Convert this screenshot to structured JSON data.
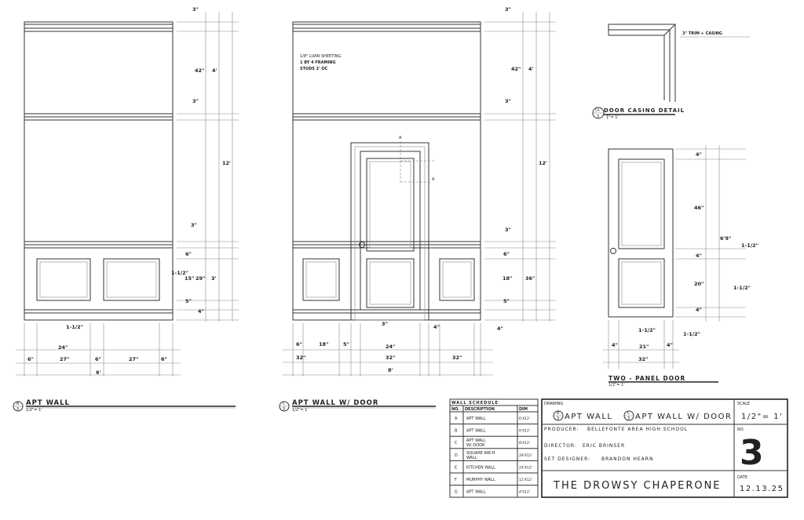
{
  "wall_b": {
    "marker_top": "B",
    "marker_bottom": "3",
    "title": "APT WALL",
    "scale": "1/2\"= 1'",
    "right_dims": [
      "3\"",
      "42\"",
      "4'",
      "3\"",
      "12'",
      "3\"",
      "6\"",
      "1-1/2\"",
      "15\"",
      "29\"",
      "3'",
      "5\"",
      "4\""
    ],
    "bottom_dims": [
      "1-1/2\"",
      "24\"",
      "6\"",
      "27\"",
      "6\"",
      "27\"",
      "6\"",
      "6'"
    ]
  },
  "wall_c": {
    "marker_top": "C",
    "marker_bottom": "3",
    "title": "APT WALL W/ DOOR",
    "scale": "1/2\"= 1'",
    "notes": [
      "1/8\" LUAN SHEETING",
      "1 BY 4 FRAMING",
      "STUDS 2' OC"
    ],
    "section_marks": [
      "A",
      "A"
    ],
    "right_dims": [
      "3\"",
      "42\"",
      "4'",
      "3\"",
      "12'",
      "3\"",
      "6\"",
      "18\"",
      "36\"",
      "5\"",
      "4\""
    ],
    "bottom_dims": [
      "3\"",
      "4\"",
      "6\"",
      "18\"",
      "5\"",
      "24\"",
      "32\"",
      "32\"",
      "32\"",
      "8'"
    ]
  },
  "casing": {
    "note": "3\" TRIM + CASING",
    "marker_top": "CA",
    "marker_bottom": "3",
    "title": "DOOR CASING DETAIL",
    "scale": "1\"= 1'"
  },
  "door": {
    "title": "TWO - PANEL DOOR",
    "scale": "1/2\"= 1'",
    "right_dims": [
      "4\"",
      "46\"",
      "6'9\"",
      "4\"",
      "1-1/2\"",
      "20\"",
      "1-1/2\"",
      "4\""
    ],
    "bottom_dims": [
      "1-1/2\"",
      "1-1/2\"",
      "4\"",
      "21\"",
      "4\"",
      "32\""
    ]
  },
  "schedule": {
    "title": "WALL SCHEDULE",
    "headers": [
      "NO.",
      "DESCRIPTION",
      "DIM"
    ],
    "rows": [
      {
        "no": "A",
        "desc": [
          "APT WALL",
          ""
        ],
        "dim": "6'X12'"
      },
      {
        "no": "B",
        "desc": [
          "APT WALL",
          ""
        ],
        "dim": "6'X12'"
      },
      {
        "no": "C",
        "desc": [
          "APT WALL",
          "W/ DOOR"
        ],
        "dim": "8'X12'"
      },
      {
        "no": "D",
        "desc": [
          "SQUARE ARCH",
          "WALL"
        ],
        "dim": "28'X12'"
      },
      {
        "no": "E",
        "desc": [
          "KITCHEN WALL",
          ""
        ],
        "dim": "24'X12'"
      },
      {
        "no": "F",
        "desc": [
          "MURPHY WALL",
          ""
        ],
        "dim": "12'X12'"
      },
      {
        "no": "G",
        "desc": [
          "APT WALL",
          ""
        ],
        "dim": "4'X12'"
      }
    ]
  },
  "title_block": {
    "drawing_label": "DRAWING",
    "drawings": [
      {
        "marker_top": "B",
        "marker_bottom": "3",
        "name": "APT WALL"
      },
      {
        "marker_top": "C",
        "marker_bottom": "3",
        "name": "APT WALL W/ DOOR"
      }
    ],
    "scale_label": "SCALE",
    "scale": "1/2\"= 1'",
    "producer_label": "PRODUCER:",
    "producer": "BELLEFONTE AREA HIGH SCHOOL",
    "director_label": "DIRECTOR:",
    "director": "ERIC BRINSER",
    "designer_label": "SET DESIGNER:",
    "designer": "BRANDON HEARN",
    "no_label": "NO.",
    "number": "3",
    "show_title": "THE DROWSY CHAPERONE",
    "date_label": "DATE",
    "date": "12.13.25"
  }
}
